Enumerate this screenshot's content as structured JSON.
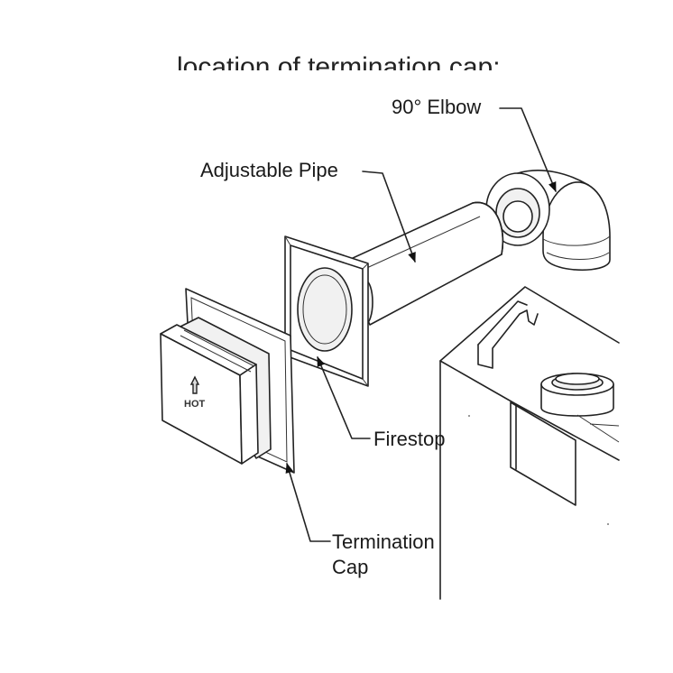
{
  "heading": "location of termination cap:",
  "labels": {
    "elbow": "90° Elbow",
    "adjustable_pipe": "Adjustable Pipe",
    "firestop": "Firestop",
    "termination_cap_line1": "Termination",
    "termination_cap_line2": "Cap"
  },
  "cap_marking": "HOT"
}
